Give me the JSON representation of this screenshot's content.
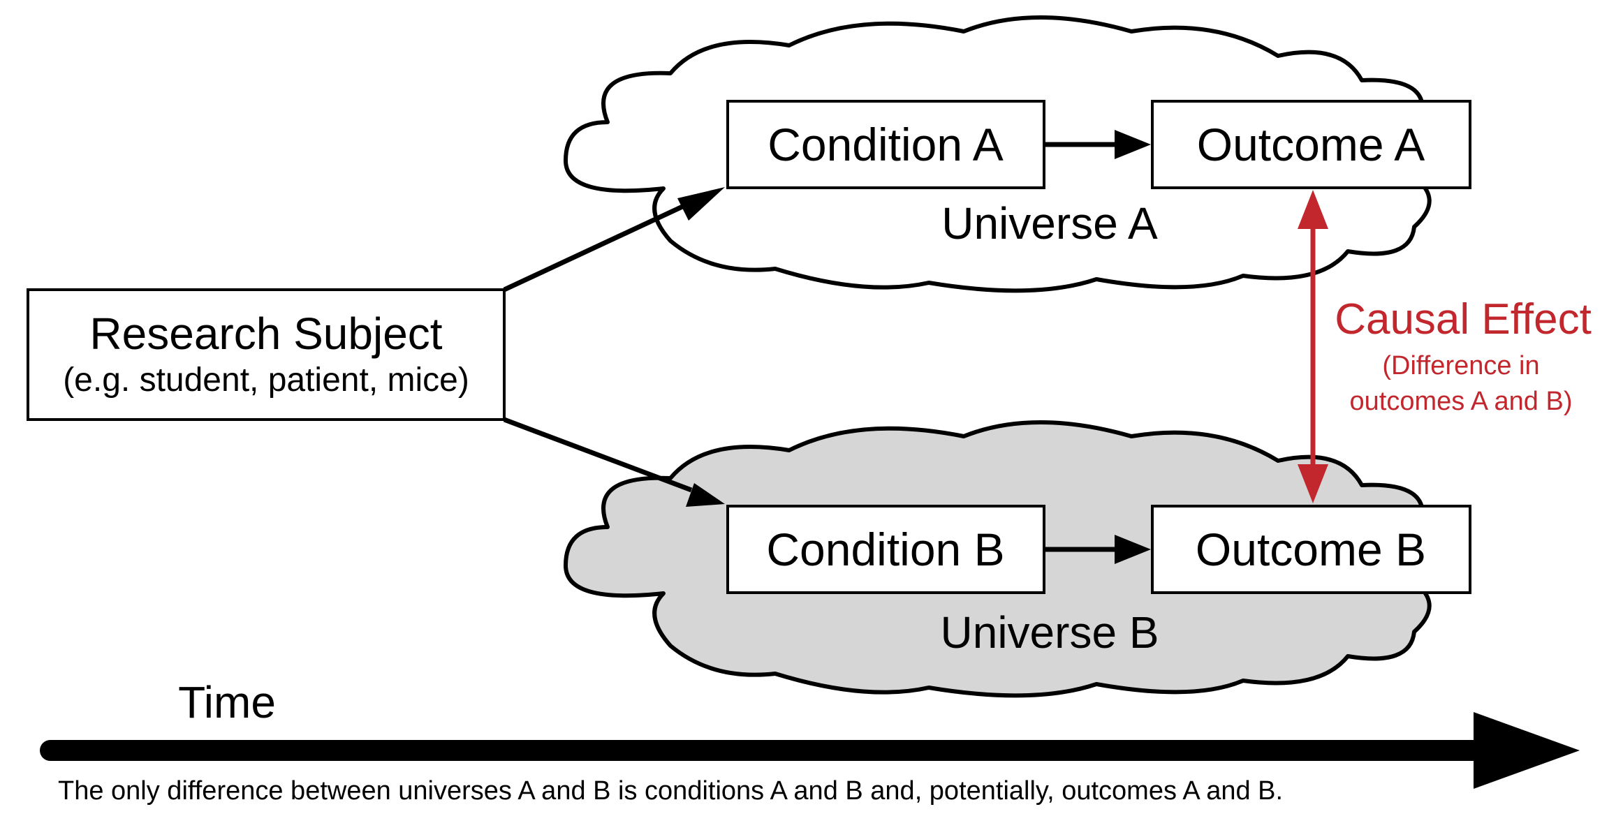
{
  "colors": {
    "universe_a_fill": "#ffffff",
    "universe_b_fill": "#d6d6d6",
    "causal_accent": "#c1272d",
    "stroke": "#000000"
  },
  "research_subject": {
    "title": "Research Subject",
    "subtitle": "(e.g. student, patient, mice)"
  },
  "universe_a": {
    "label": "Universe A",
    "condition": "Condition A",
    "outcome": "Outcome A"
  },
  "universe_b": {
    "label": "Universe B",
    "condition": "Condition B",
    "outcome": "Outcome B"
  },
  "causal_effect": {
    "title": "Causal Effect",
    "subtitle_line1": "(Difference in",
    "subtitle_line2": "outcomes A and B)"
  },
  "timeline": {
    "label": "Time",
    "note": "The only difference between universes A and B is conditions A and B and, potentially, outcomes A and B."
  }
}
